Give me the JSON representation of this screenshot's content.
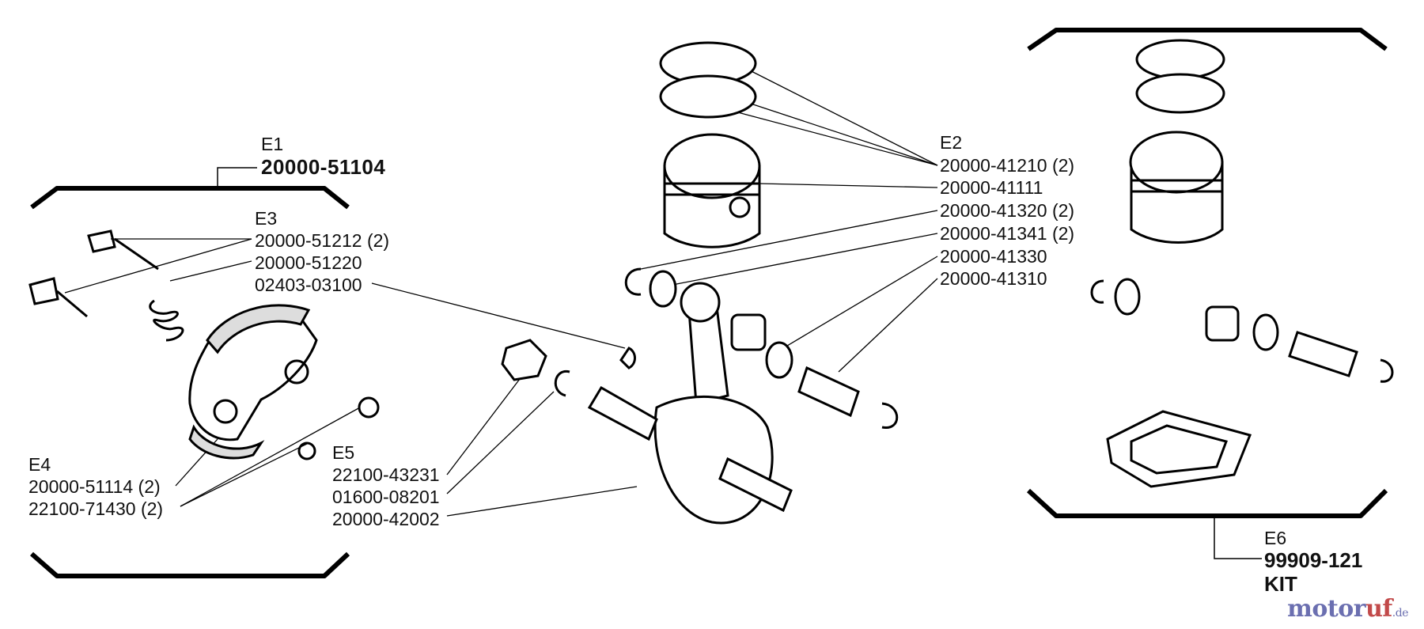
{
  "groups": {
    "e1": {
      "ref": "E1",
      "part": "20000-51104"
    },
    "e3": {
      "ref": "E3",
      "parts": [
        "20000-51212 (2)",
        "20000-51220",
        "02403-03100"
      ]
    },
    "e4": {
      "ref": "E4",
      "parts": [
        "20000-51114 (2)",
        "22100-71430 (2)"
      ]
    },
    "e5": {
      "ref": "E5",
      "parts": [
        "22100-43231",
        "01600-08201",
        "20000-42002"
      ]
    },
    "e2": {
      "ref": "E2",
      "parts": [
        "20000-41210 (2)",
        "20000-41111",
        "20000-41320 (2)",
        "20000-41341 (2)",
        "20000-41330",
        "20000-41310"
      ]
    },
    "e6": {
      "ref": "E6",
      "part": "99909-121",
      "kit": "KIT"
    }
  },
  "watermark": {
    "main_a": "motor",
    "main_b": "uf",
    "tld": ".de"
  },
  "colors": {
    "line": "#000000",
    "watermark_blue": "#6b6fb0",
    "watermark_red": "#c24a4a"
  }
}
